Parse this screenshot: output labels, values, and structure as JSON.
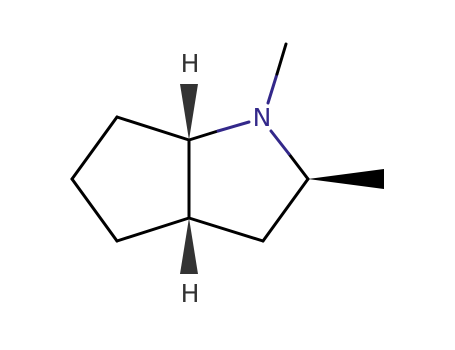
{
  "molecule": {
    "atoms": [
      {
        "symbol": "N",
        "color": "#33288a"
      },
      {
        "symbol": "H",
        "color": "#333333"
      },
      {
        "symbol": "H",
        "color": "#333333"
      }
    ],
    "bond_color": "#000000",
    "heteroatom_bond_color": "#33288a"
  }
}
